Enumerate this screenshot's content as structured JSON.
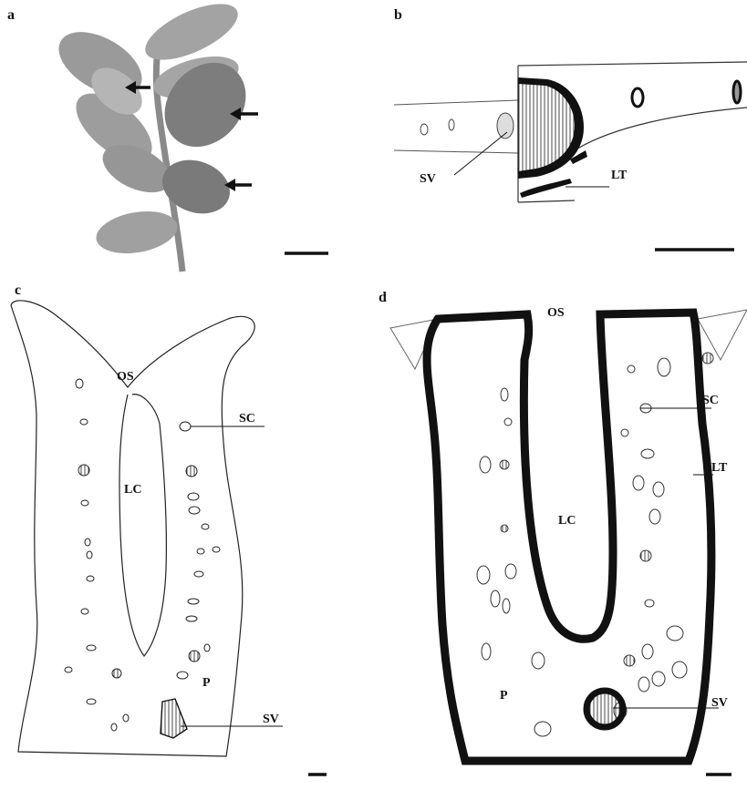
{
  "panels": {
    "a": {
      "label": "a",
      "arrow_count": 3
    },
    "b": {
      "label": "b",
      "annotations": {
        "sv": "SV",
        "lt": "LT"
      }
    },
    "c": {
      "label": "c",
      "annotations": {
        "os": "OS",
        "sc": "SC",
        "lc": "LC",
        "p": "P",
        "sv": "SV"
      }
    },
    "d": {
      "label": "d",
      "annotations": {
        "os": "OS",
        "sc": "SC",
        "lt": "LT",
        "lc": "LC",
        "p": "P",
        "sv": "SV"
      }
    }
  },
  "colors": {
    "ink": "#111111",
    "leaf": "#9a9a9a",
    "leaf_dark": "#7d7d7d",
    "stem": "#8a8a8a"
  }
}
